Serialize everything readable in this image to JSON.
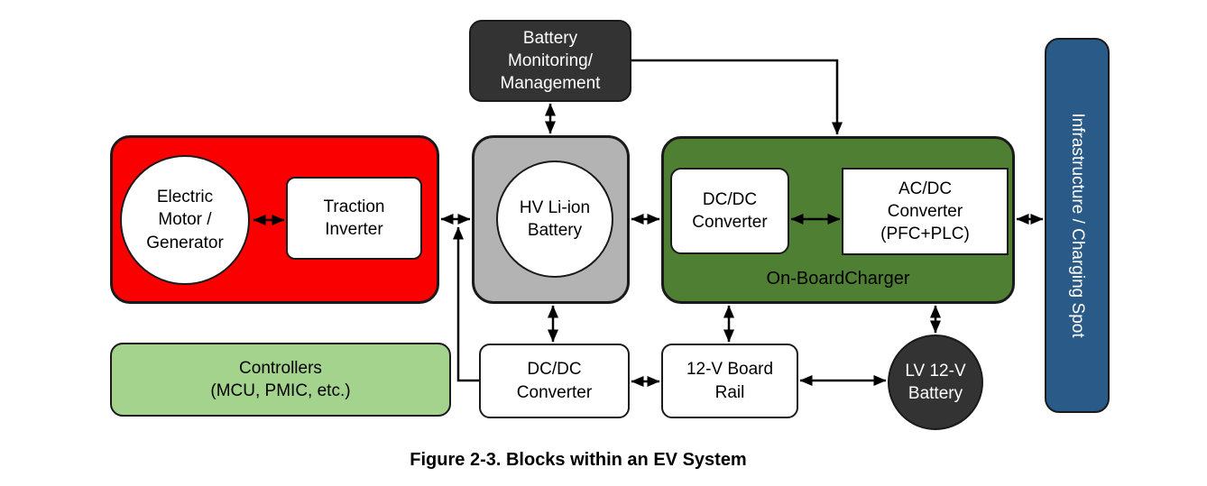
{
  "figure_caption": "Figure 2-3. Blocks within an EV System",
  "colors": {
    "drivetrain_red": "#FA0000",
    "hv_battery_gray": "#B3B3B3",
    "obc_green": "#4E7F33",
    "controllers_light_green": "#A4D38E",
    "infrastructure_blue": "#2A5A87",
    "dark_block": "#333333",
    "block_white": "#FFFFFF",
    "line_black": "#000000"
  },
  "blocks": {
    "battery_monitoring": {
      "label": "Battery\nMonitoring/\nManagement"
    },
    "motor_generator": {
      "label": "Electric\nMotor /\nGenerator"
    },
    "traction_inverter": {
      "label": "Traction\nInverter"
    },
    "hv_battery": {
      "label": "HV Li-ion\nBattery"
    },
    "obc_dcdc": {
      "label": "DC/DC\nConverter"
    },
    "obc_acdc": {
      "label": "AC/DC\nConverter\n(PFC+PLC)"
    },
    "obc": {
      "label": "On-BoardCharger"
    },
    "infrastructure": {
      "label": "Infrastructure / Charging Spot"
    },
    "controllers": {
      "label": "Controllers\n(MCU, PMIC, etc.)"
    },
    "aux_dcdc": {
      "label": "DC/DC\nConverter"
    },
    "board_rail": {
      "label": "12-V Board\nRail"
    },
    "lv_battery": {
      "label": "LV 12-V\nBattery"
    }
  },
  "connections": [
    {
      "from": "Battery Monitoring/Management",
      "to": "On-BoardCharger",
      "type": "arrow"
    },
    {
      "from": "Battery Monitoring/Management",
      "to": "HV Li-ion Battery",
      "type": "double-arrow"
    },
    {
      "from": "Electric Motor / Generator",
      "to": "Traction Inverter",
      "type": "double-arrow"
    },
    {
      "from": "Traction Inverter group",
      "to": "HV Li-ion Battery group",
      "type": "double-arrow"
    },
    {
      "from": "HV Li-ion Battery group",
      "to": "DC/DC Converter (OBC)",
      "type": "double-arrow"
    },
    {
      "from": "DC/DC Converter (OBC)",
      "to": "AC/DC Converter (PFC+PLC)",
      "type": "double-arrow"
    },
    {
      "from": "On-BoardCharger",
      "to": "Infrastructure / Charging Spot",
      "type": "double-arrow"
    },
    {
      "from": "DC/DC Converter (12-V)",
      "to": "Inverter-Battery link",
      "type": "arrow"
    },
    {
      "from": "HV Li-ion Battery group",
      "to": "DC/DC Converter (12-V)",
      "type": "double-arrow"
    },
    {
      "from": "DC/DC Converter (12-V)",
      "to": "12-V Board Rail",
      "type": "double-arrow"
    },
    {
      "from": "On-BoardCharger",
      "to": "12-V Board Rail",
      "type": "double-arrow"
    },
    {
      "from": "On-BoardCharger",
      "to": "LV 12-V Battery",
      "type": "double-arrow"
    },
    {
      "from": "12-V Board Rail",
      "to": "LV 12-V Battery",
      "type": "double-arrow"
    }
  ]
}
